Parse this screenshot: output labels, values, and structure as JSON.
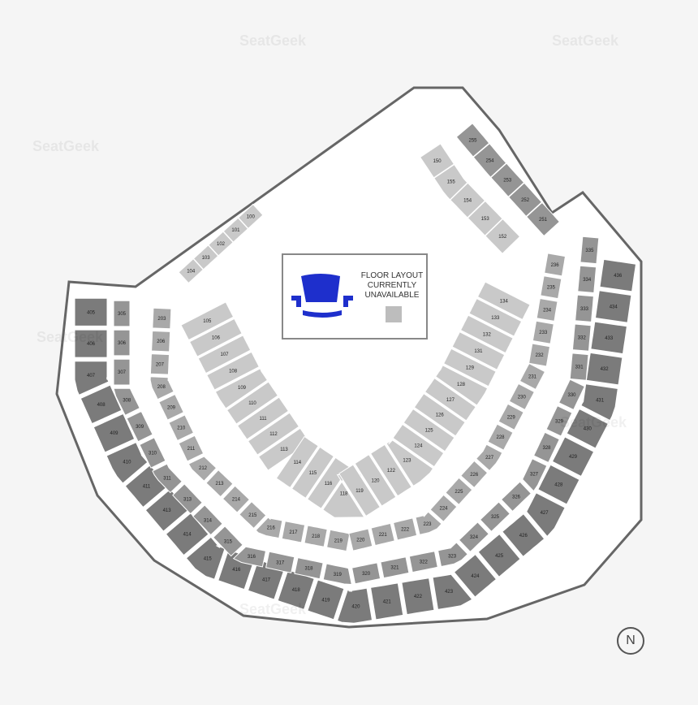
{
  "notice": {
    "lines": [
      "FLOOR LAYOUT",
      "CURRENTLY",
      "UNAVAILABLE"
    ],
    "icon": "seat-icon",
    "icon_color": "#1e2fcc",
    "swatch_color": "#bdbdbd"
  },
  "compass": {
    "label": "N"
  },
  "watermark": "SeatGeek",
  "colors": {
    "background": "#f5f5f5",
    "field": "#ffffff",
    "level_100": "#c9c9c9",
    "level_200": "#a9a9a9",
    "level_300": "#959595",
    "level_400": "#7b7b7b",
    "outline": "#666666"
  },
  "sections": {
    "level_400": [
      "405",
      "406",
      "407",
      "408",
      "409",
      "410",
      "411",
      "413",
      "414",
      "415",
      "416",
      "417",
      "418",
      "419",
      "420",
      "421",
      "422",
      "423",
      "424",
      "425",
      "426",
      "427",
      "428",
      "429",
      "430",
      "431",
      "432",
      "433",
      "434",
      "436"
    ],
    "level_300": [
      "305",
      "306",
      "307",
      "308",
      "309",
      "310",
      "311",
      "313",
      "314",
      "315",
      "316",
      "317",
      "318",
      "319",
      "320",
      "321",
      "322",
      "323",
      "324",
      "325",
      "326",
      "327",
      "328",
      "329",
      "330",
      "331",
      "332",
      "333",
      "334",
      "335"
    ],
    "level_200": [
      "203",
      "206",
      "207",
      "208",
      "209",
      "210",
      "211",
      "212",
      "213",
      "214",
      "215",
      "216",
      "217",
      "218",
      "219",
      "220",
      "221",
      "222",
      "223",
      "224",
      "225",
      "226",
      "227",
      "228",
      "229",
      "230",
      "231",
      "232",
      "233",
      "234",
      "235",
      "236"
    ],
    "level_100": [
      "105",
      "106",
      "107",
      "108",
      "109",
      "110",
      "111",
      "112",
      "113",
      "114",
      "115",
      "116",
      "118",
      "119",
      "120",
      "122",
      "123",
      "124",
      "125",
      "126",
      "127",
      "128",
      "129",
      "131",
      "132",
      "133",
      "134"
    ],
    "upper_left": [
      "104",
      "103",
      "102",
      "101",
      "100"
    ],
    "outfield_150": [
      "150",
      "155",
      "154",
      "153",
      "152"
    ],
    "outfield_250": [
      "255",
      "254",
      "253",
      "252",
      "251"
    ]
  }
}
